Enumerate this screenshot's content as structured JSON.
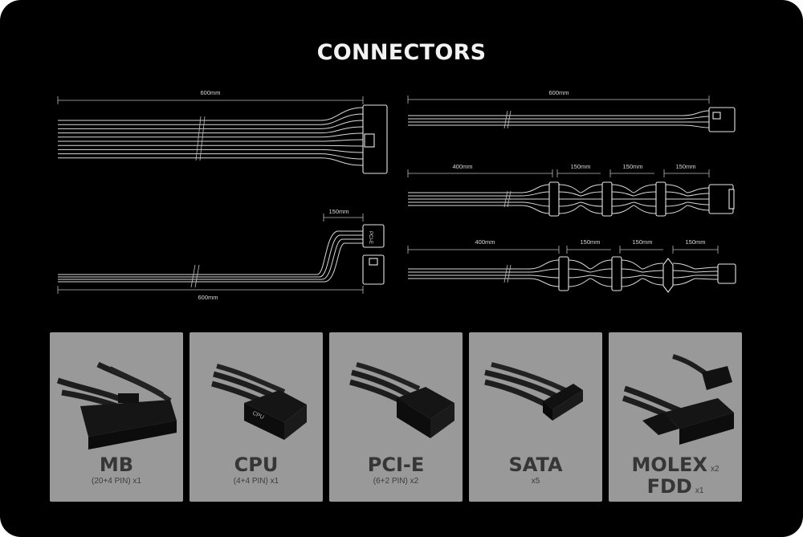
{
  "title": "CONNECTORS",
  "dimensions": {
    "mb_top": "600mm",
    "cpu_pcie_loop": "150mm",
    "cpu_pcie_bottom": "600mm",
    "pcie_right": "600mm",
    "sata_first": "400mm",
    "sata_seg1": "150mm",
    "sata_seg2": "150mm",
    "sata_seg3": "150mm",
    "molex_first": "400mm",
    "molex_seg1": "150mm",
    "molex_seg2": "150mm",
    "molex_seg3": "150mm"
  },
  "pcie_label": "PCI-E",
  "cpu_label": "CPU",
  "cards": [
    {
      "name": "MB",
      "sub": "(20+4 PIN) x1"
    },
    {
      "name": "CPU",
      "sub": "(4+4 PIN) x1"
    },
    {
      "name": "PCI-E",
      "sub": "(6+2 PIN) x2"
    },
    {
      "name": "SATA",
      "sub": "x5"
    },
    {
      "name": "MOLEX",
      "qty": "x2",
      "name2": "FDD",
      "qty2": "x1"
    }
  ],
  "colors": {
    "background": "#000000",
    "card": "#999999",
    "card_text": "#363636",
    "line": "#d9d9d9"
  }
}
